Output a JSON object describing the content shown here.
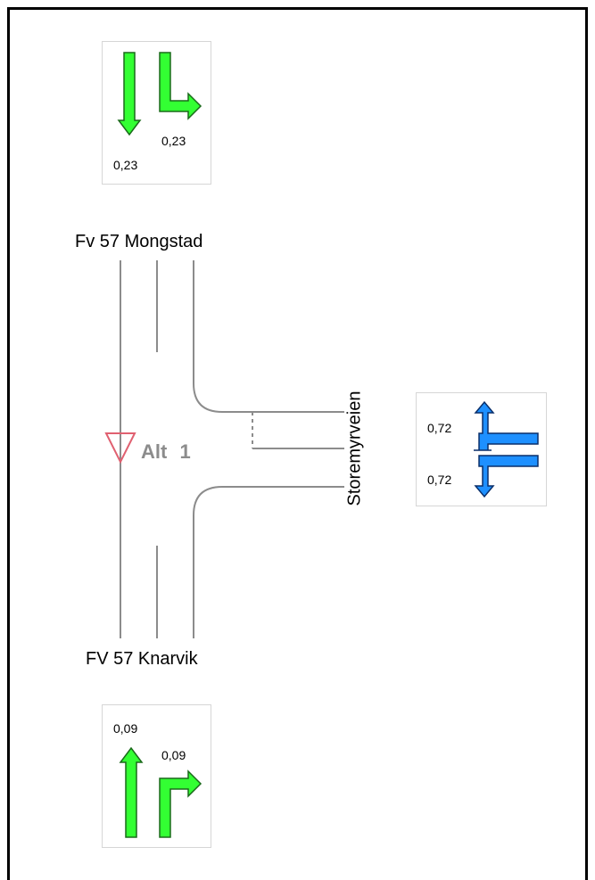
{
  "colors": {
    "green_arrow": "#33ff33",
    "blue_arrow": "#1e90ff",
    "road_line": "#8c8c8c",
    "yield_sign": "#e06070",
    "alt_text": "#8c8c8c"
  },
  "roads": {
    "north": "Fv 57 Mongstad",
    "south": "FV 57 Knarvik",
    "east": "Storemyrveien"
  },
  "intersection": {
    "alt_label": "Alt",
    "alt_number": "1",
    "control_icon": "yield-triangle-icon"
  },
  "panels": {
    "north": {
      "straight_value": "0,23",
      "right_turn_value": "0,23",
      "arrow_color": "green"
    },
    "east": {
      "left_turn_value": "0,72",
      "right_turn_value": "0,72",
      "arrow_color": "blue"
    },
    "south": {
      "straight_value": "0,09",
      "right_turn_value": "0,09",
      "arrow_color": "green"
    }
  }
}
